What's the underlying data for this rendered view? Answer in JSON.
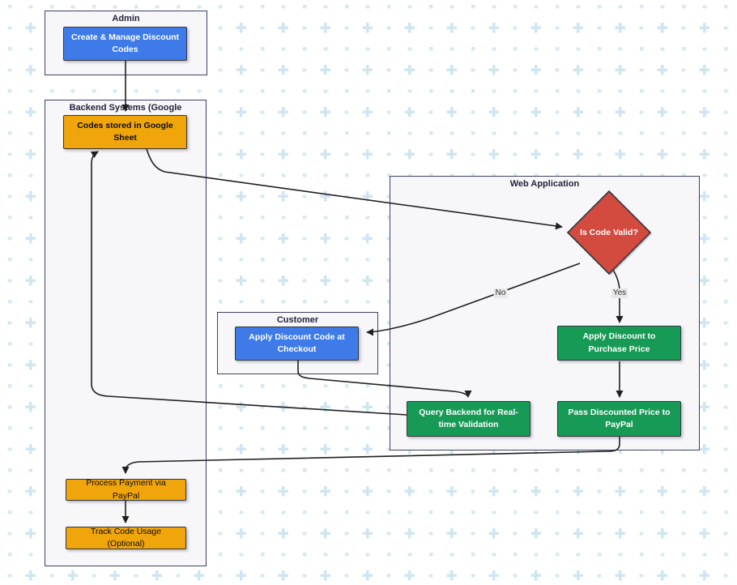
{
  "diagram": {
    "containers": {
      "admin": {
        "title": "Admin"
      },
      "backend": {
        "title": "Backend Systems (Google"
      },
      "webapp": {
        "title": "Web Application"
      },
      "customer": {
        "title": "Customer"
      }
    },
    "nodes": {
      "create_codes": {
        "label": "Create & Manage Discount Codes",
        "color": "#3E7BE8",
        "text_color": "#ffffff",
        "shape": "rect"
      },
      "codes_stored": {
        "label": "Codes stored in Google Sheet",
        "color": "#F0A50A",
        "text_color": "#0d0d0d",
        "shape": "rect"
      },
      "process_payment": {
        "label": "Process Payment via PayPal",
        "color": "#F0A50A",
        "text_color": "#0d0d0d",
        "shape": "rect"
      },
      "track_usage": {
        "label": "Track Code Usage (Optional)",
        "color": "#F0A50A",
        "text_color": "#0d0d0d",
        "shape": "rect"
      },
      "apply_code": {
        "label": "Apply Discount Code at Checkout",
        "color": "#3E7BE8",
        "text_color": "#ffffff",
        "shape": "rect"
      },
      "is_valid": {
        "label": "Is Code Valid?",
        "color": "#D24B3E",
        "text_color": "#ffffff",
        "shape": "diamond"
      },
      "apply_discount": {
        "label": "Apply Discount to Purchase Price",
        "color": "#179A56",
        "text_color": "#ffffff",
        "shape": "rect"
      },
      "pass_price": {
        "label": "Pass Discounted Price to PayPal",
        "color": "#179A56",
        "text_color": "#ffffff",
        "shape": "rect"
      },
      "query_backend": {
        "label": "Query Backend for Real-time Validation",
        "color": "#179A56",
        "text_color": "#ffffff",
        "shape": "rect"
      }
    },
    "edge_labels": {
      "yes": "Yes",
      "no": "No"
    },
    "edges": [
      {
        "from": "create_codes",
        "to": "codes_stored",
        "label": ""
      },
      {
        "from": "codes_stored",
        "to": "is_valid",
        "label": ""
      },
      {
        "from": "is_valid",
        "to": "apply_code",
        "label": "No"
      },
      {
        "from": "is_valid",
        "to": "apply_discount",
        "label": "Yes"
      },
      {
        "from": "apply_code",
        "to": "query_backend",
        "label": ""
      },
      {
        "from": "query_backend",
        "to": "codes_stored",
        "label": ""
      },
      {
        "from": "apply_discount",
        "to": "pass_price",
        "label": ""
      },
      {
        "from": "pass_price",
        "to": "process_payment",
        "label": ""
      },
      {
        "from": "process_payment",
        "to": "track_usage",
        "label": ""
      }
    ],
    "colors": {
      "background": "#ffffff",
      "pattern": "#d7e9f1",
      "container_fill": "#f7f7fa",
      "container_border": "#3f4160",
      "node_border": "#33363f",
      "edge_line": "#1f1f1f",
      "edge_label_bg": "#e8e8e8",
      "blue": "#3E7BE8",
      "orange": "#F0A50A",
      "green": "#179A56",
      "red": "#D24B3E"
    }
  }
}
